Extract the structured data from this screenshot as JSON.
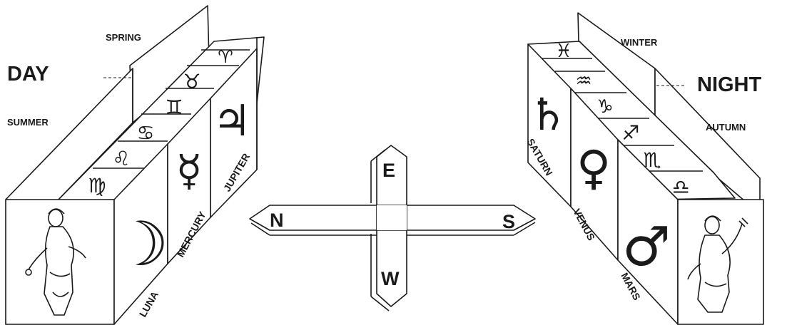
{
  "left_block": {
    "title": "DAY",
    "season_top": "SPRING",
    "season_bottom": "SUMMER",
    "zodiac_glyphs": [
      "♈",
      "♉",
      "♊",
      "♋",
      "♌",
      "♍"
    ],
    "planet_glyphs": [
      "☽",
      "☿",
      "♃"
    ],
    "planet_labels": [
      "LUNA",
      "MERCURY",
      "JUPITER"
    ],
    "figure_icon": "deity-figure-icon"
  },
  "right_block": {
    "title": "NIGHT",
    "season_top": "WINTER",
    "season_bottom": "AUTUMN",
    "zodiac_glyphs": [
      "♓",
      "♒",
      "♑",
      "♐",
      "♏",
      "♎"
    ],
    "planet_glyphs": [
      "♄",
      "♀",
      "♂"
    ],
    "planet_labels": [
      "SATURN",
      "VENUS",
      "MARS"
    ],
    "figure_icon": "deity-figure-icon"
  },
  "compass": {
    "north": "N",
    "south": "S",
    "east": "E",
    "west": "W"
  }
}
